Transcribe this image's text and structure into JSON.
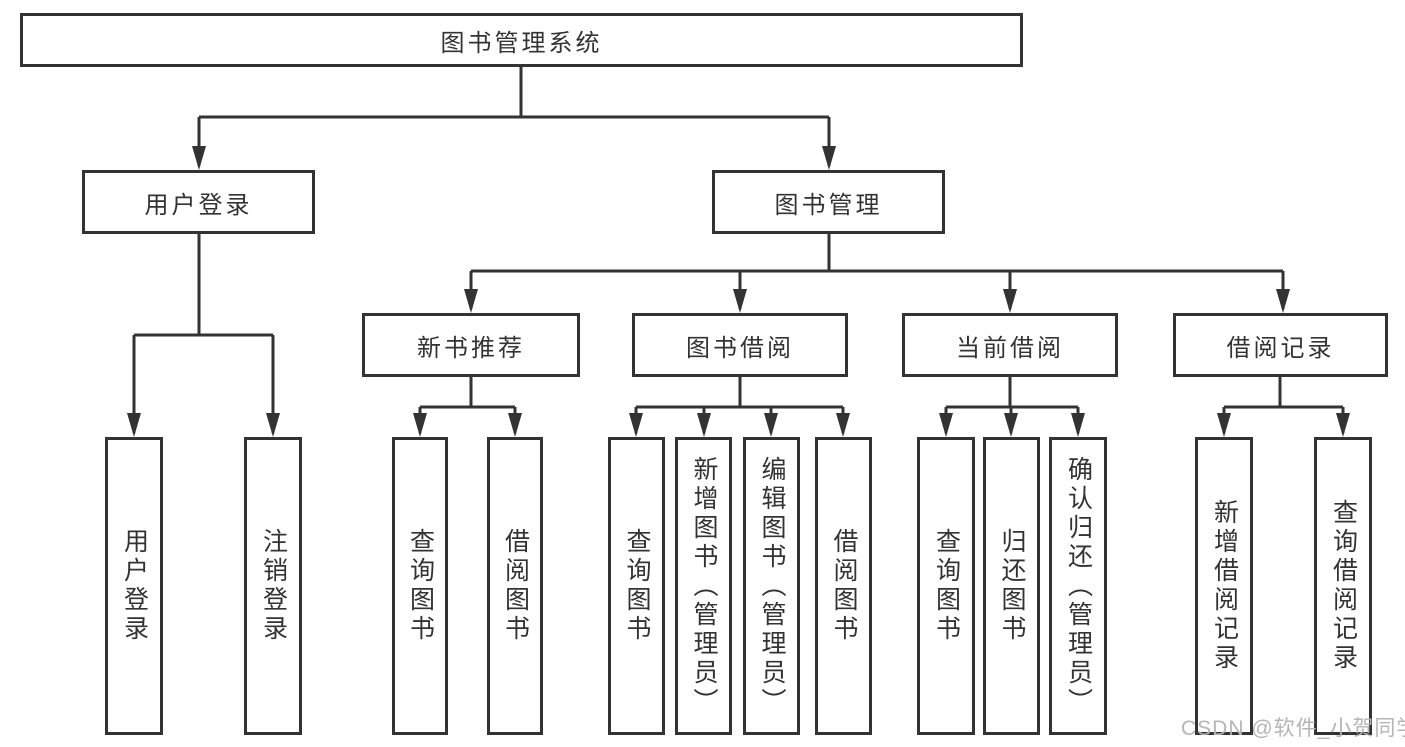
{
  "colors": {
    "line": "#333333",
    "text": "#333333",
    "watermark": "#b5b5b5",
    "background": "#ffffff"
  },
  "watermark": {
    "text": "CSDN @软件_小贺同学"
  },
  "tree": {
    "root": {
      "label": "图书管理系统"
    },
    "branches": [
      {
        "label": "用户登录",
        "children": [
          {
            "label": "用户登录"
          },
          {
            "label": "注销登录"
          }
        ]
      },
      {
        "label": "图书管理",
        "children": [
          {
            "label": "新书推荐",
            "children": [
              {
                "label": "查询图书"
              },
              {
                "label": "借阅图书"
              }
            ]
          },
          {
            "label": "图书借阅",
            "children": [
              {
                "label": "查询图书"
              },
              {
                "label": "新增图书（管理员）"
              },
              {
                "label": "编辑图书（管理员）"
              },
              {
                "label": "借阅图书"
              }
            ]
          },
          {
            "label": "当前借阅",
            "children": [
              {
                "label": "查询图书"
              },
              {
                "label": "归还图书"
              },
              {
                "label": "确认归还（管理员）"
              }
            ]
          },
          {
            "label": "借阅记录",
            "children": [
              {
                "label": "新增借阅记录"
              },
              {
                "label": "查询借阅记录"
              }
            ]
          }
        ]
      }
    ]
  }
}
